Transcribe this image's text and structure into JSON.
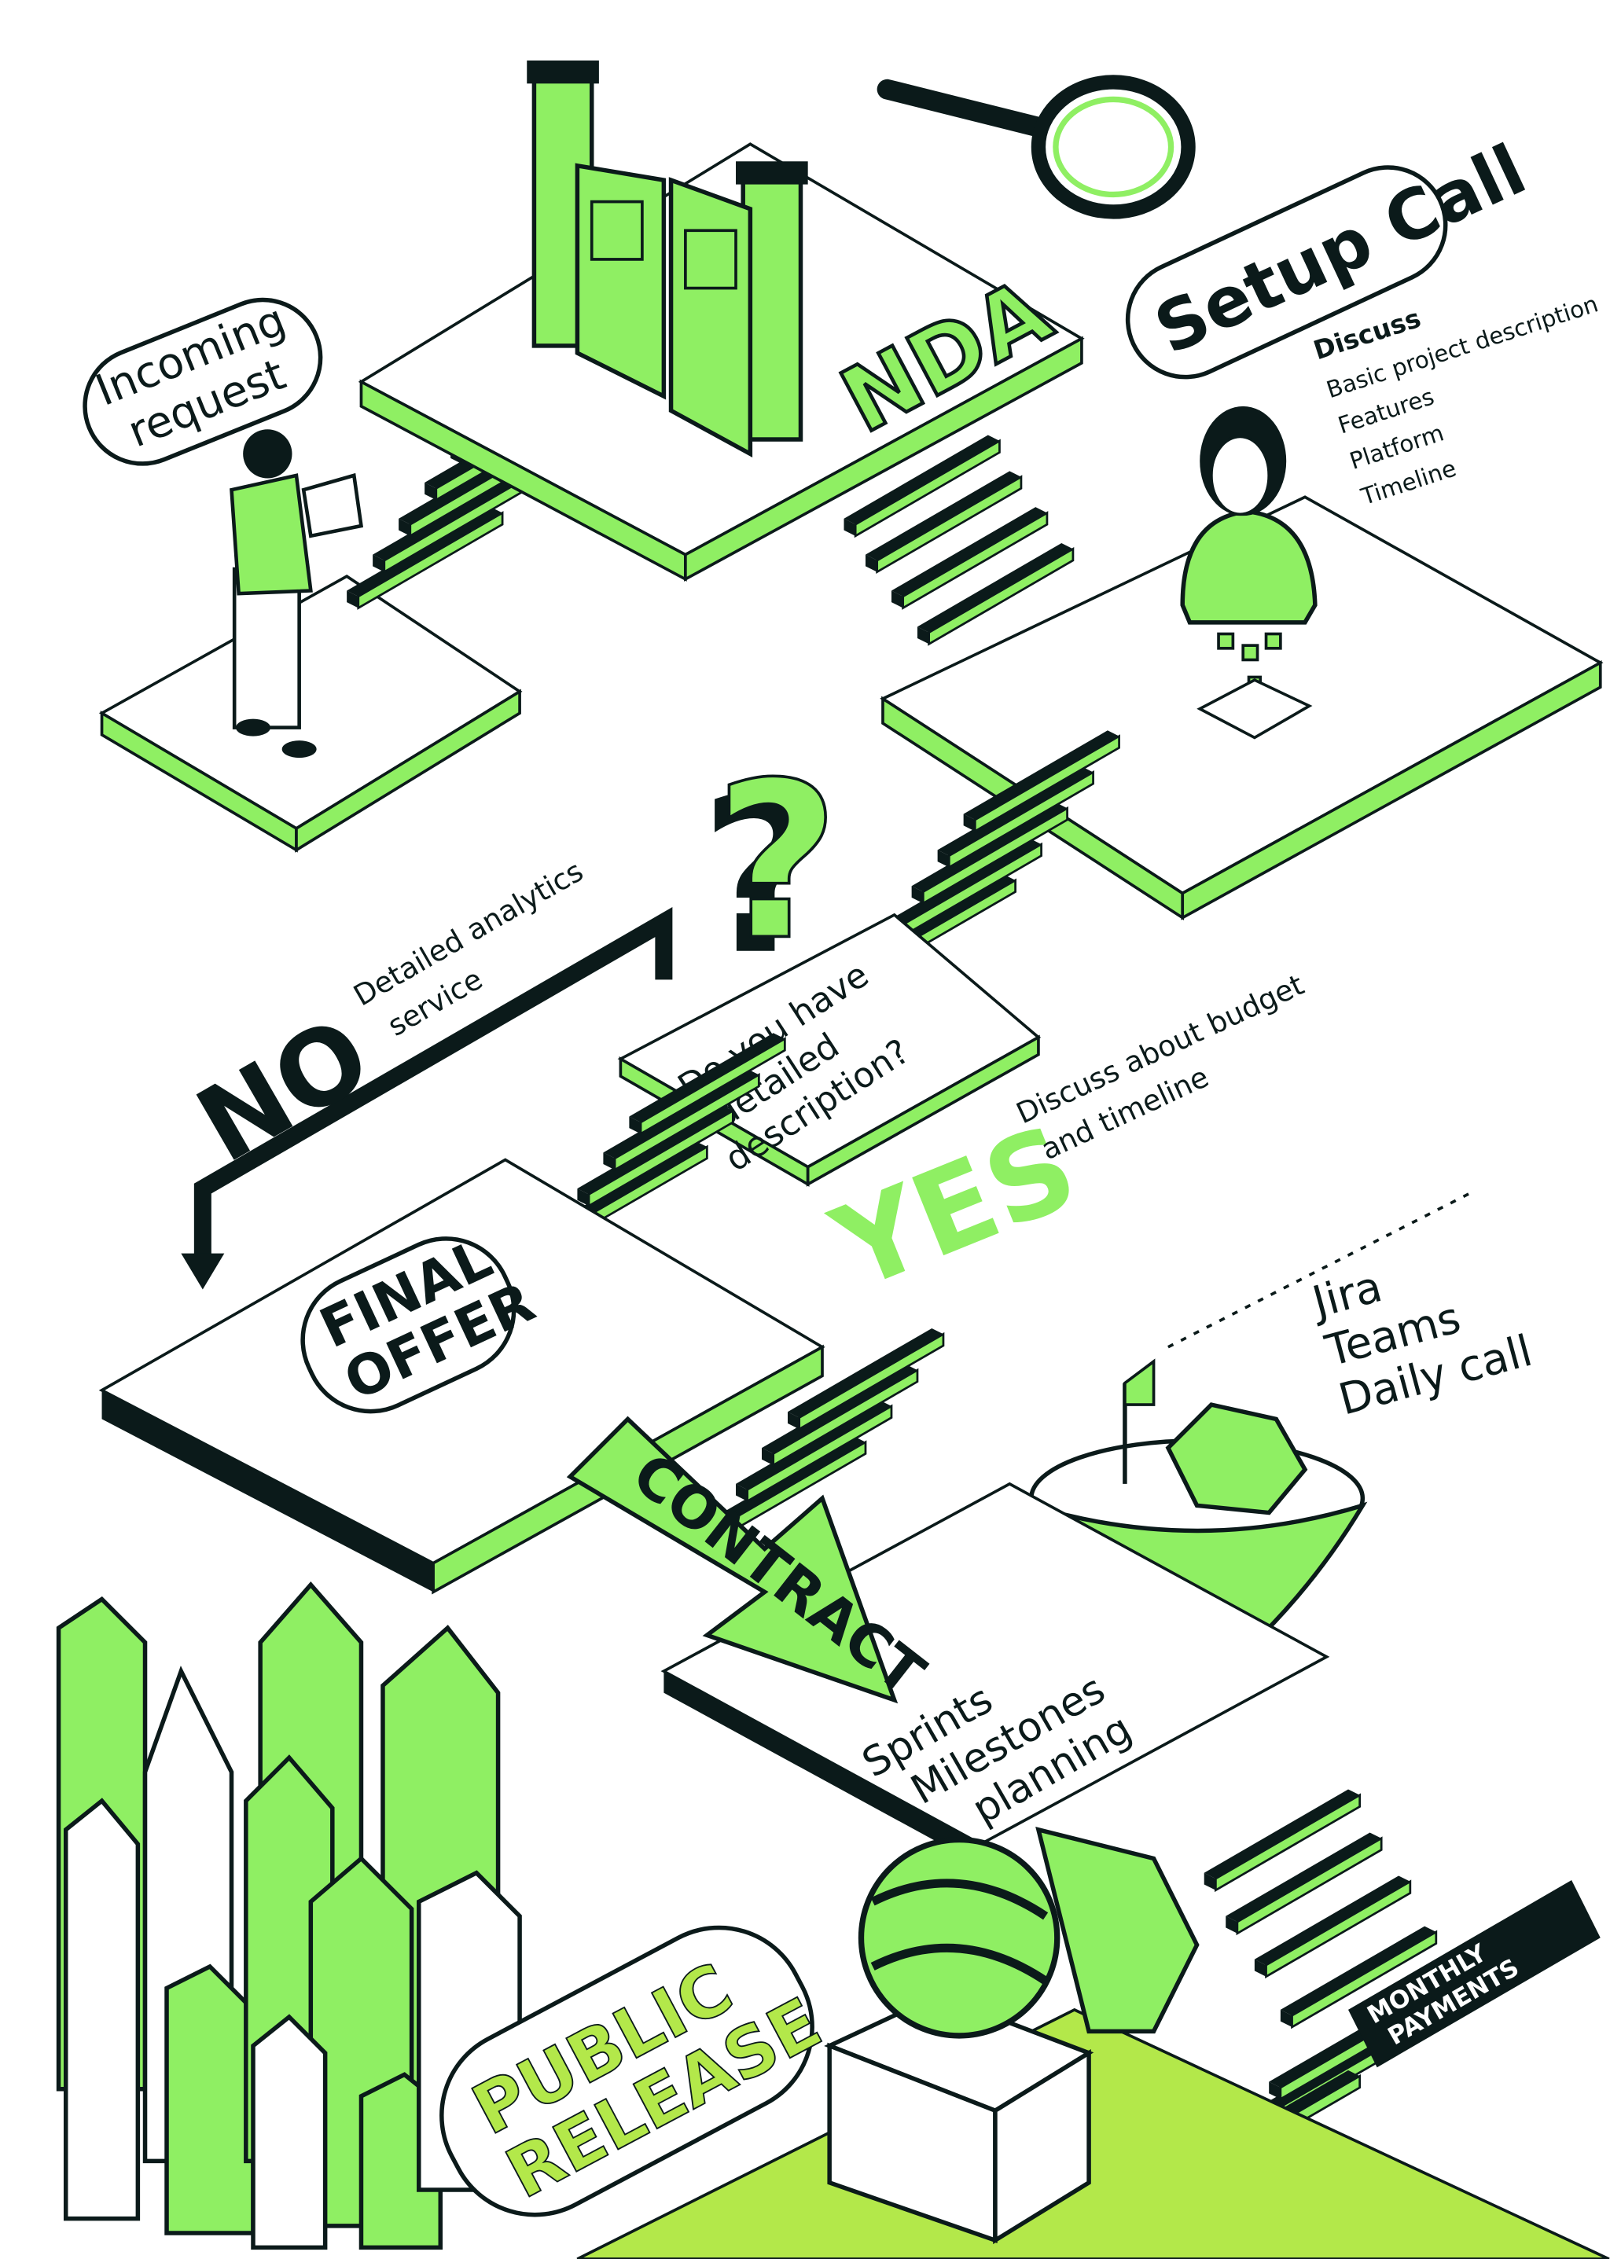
{
  "colors": {
    "accent": "#8fef63",
    "accent_light": "#b8f58e",
    "dark": "#0b1a1a",
    "white": "#ffffff"
  },
  "steps": {
    "incoming_request": {
      "line1": "Incoming",
      "line2": "request"
    },
    "nda": {
      "label": "NDA"
    },
    "setup_call": {
      "label": "Setup Call",
      "discuss_heading": "Discuss",
      "discuss_items": [
        "Basic project description",
        "Features",
        "Platform",
        "Timeline"
      ]
    },
    "question": {
      "line1": "Do you have",
      "line2": "detailed",
      "line3": "description?"
    },
    "no_branch": {
      "label": "NO",
      "note_line1": "Detailed analytics",
      "note_line2": "service"
    },
    "yes_branch": {
      "label": "YES",
      "note_line1": "Discuss about budget",
      "note_line2": "and timeline"
    },
    "final_offer": {
      "line1": "FINAL",
      "line2": "OFFER"
    },
    "contract": {
      "label": "CONTRACT"
    },
    "tools": {
      "items": [
        "Jira",
        "Teams",
        "Daily call"
      ]
    },
    "planning": {
      "line1": "Sprints",
      "line2": "Milestones",
      "line3": "planning"
    },
    "payments": {
      "line1": "MONTHLY",
      "line2": "PAYMENTS"
    },
    "public_release": {
      "line1": "PUBLIC",
      "line2": "RELEASE"
    }
  }
}
